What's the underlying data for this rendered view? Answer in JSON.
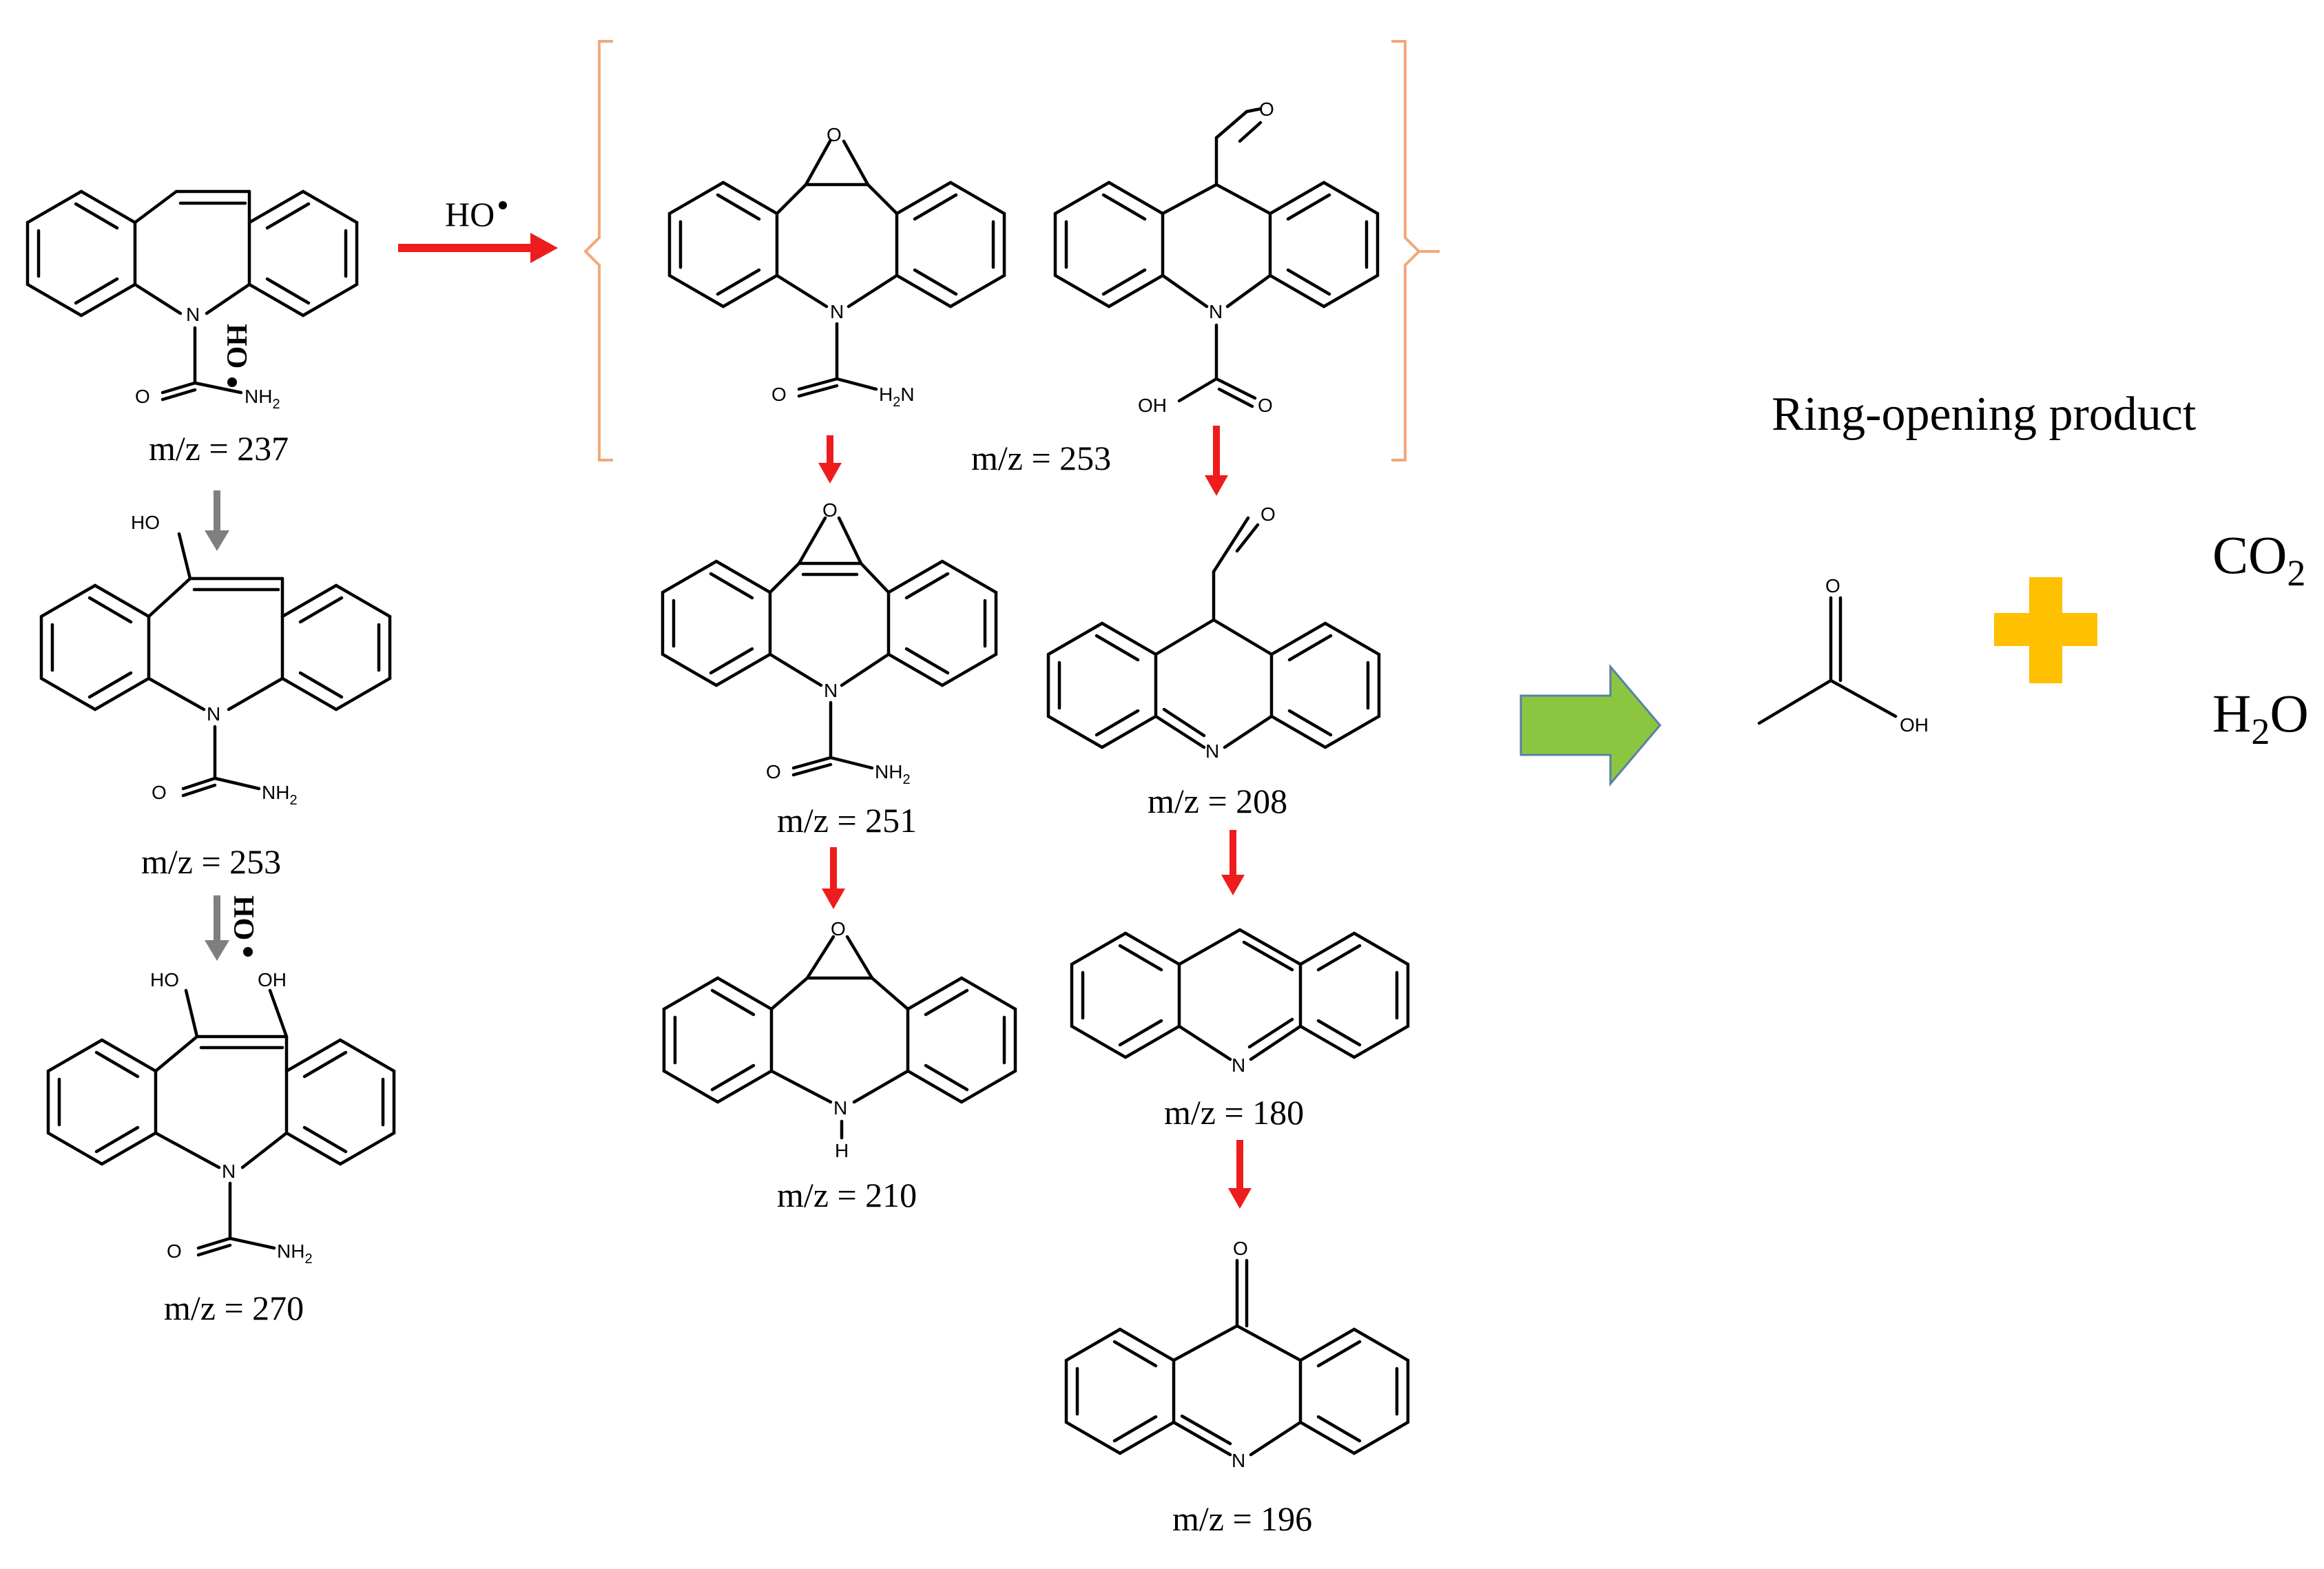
{
  "reagent": {
    "hydroxyl_radical": "HO",
    "radical_dot": "•"
  },
  "atoms": {
    "N": "N",
    "O": "O",
    "H": "H",
    "OH": "OH",
    "HO": "HO",
    "NH2": "NH",
    "NH2_sub": "2",
    "H2N": "H",
    "H2N_tail": "N",
    "H2N_sub": "2"
  },
  "compounds": [
    {
      "id": "carbamazepine",
      "mz_label": "m/z = 237"
    },
    {
      "id": "hydroxy-cbz",
      "mz_label": "m/z = 253"
    },
    {
      "id": "dihydroxy-cbz",
      "mz_label": "m/z = 270"
    },
    {
      "id": "epoxide-pair",
      "mz_label": "m/z = 253"
    },
    {
      "id": "epoxide-ene",
      "mz_label": "m/z = 251"
    },
    {
      "id": "epoxide-amine",
      "mz_label": "m/z = 210"
    },
    {
      "id": "acridine-aldehyde",
      "mz_label": "m/z = 208"
    },
    {
      "id": "acridine",
      "mz_label": "m/z = 180"
    },
    {
      "id": "acridone",
      "mz_label": "m/z = 196"
    }
  ],
  "final_products": {
    "title": "Ring-opening product",
    "co2_main": "CO",
    "co2_sub": "2",
    "h2o_h": "H",
    "h2o_sub": "2",
    "h2o_o": "O"
  },
  "colors": {
    "reaction_arrow": "#ee1c1c",
    "secondary_arrow": "#7f7f7f",
    "bracket": "#f2a878",
    "green_arrow_fill": "#8cc640",
    "green_arrow_stroke": "#5b7fa8",
    "plus_sign": "#ffc000"
  }
}
